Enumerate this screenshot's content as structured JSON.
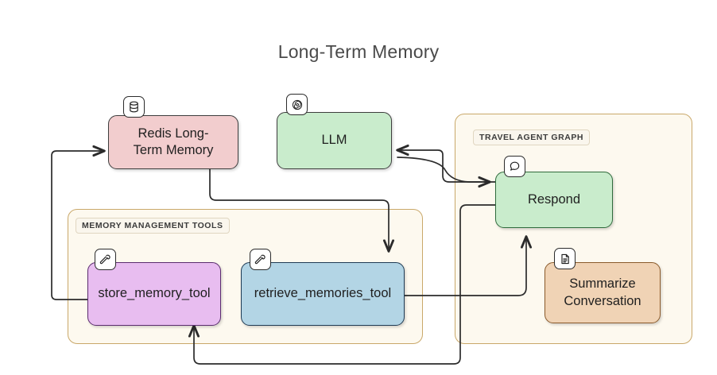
{
  "diagram": {
    "title": "Long-Term Memory",
    "groups": [
      {
        "id": "memory-management-tools",
        "label": "MEMORY MANAGEMENT TOOLS"
      },
      {
        "id": "travel-agent-graph",
        "label": "TRAVEL AGENT GRAPH"
      }
    ],
    "nodes": [
      {
        "id": "redis",
        "label": "Redis Long-\nTerm Memory",
        "icon": "database-icon",
        "fill": "#f2cdce",
        "stroke": "#3d3d3d"
      },
      {
        "id": "llm",
        "label": "LLM",
        "icon": "openai-icon",
        "fill": "#c9eccc",
        "stroke": "#3d3d3d"
      },
      {
        "id": "store",
        "label": "store_memory_tool",
        "icon": "tool-hammer-icon",
        "fill": "#e8bdf0",
        "stroke": "#5b2c6f"
      },
      {
        "id": "retrieve",
        "label": "retrieve_memories_tool",
        "icon": "tool-hammer-icon",
        "fill": "#b3d5e5",
        "stroke": "#1f3b54"
      },
      {
        "id": "respond",
        "label": "Respond",
        "icon": "speech-bubble-icon",
        "fill": "#c9eccc",
        "stroke": "#2f6b3c"
      },
      {
        "id": "summarize",
        "label": "Summarize\nConversation",
        "icon": "document-icon",
        "fill": "#f0d3b5",
        "stroke": "#8a5a2b"
      }
    ],
    "edges": [
      {
        "from": "store",
        "to": "redis",
        "arrow": "to"
      },
      {
        "from": "redis",
        "to": "retrieve",
        "arrow": "to"
      },
      {
        "from": "respond",
        "to": "llm",
        "arrow": "to"
      },
      {
        "from": "llm",
        "to": "respond",
        "arrow": "to"
      },
      {
        "from": "retrieve",
        "to": "respond",
        "arrow": "to"
      },
      {
        "from": "respond",
        "to": "store",
        "arrow": "to"
      }
    ],
    "colors": {
      "background": "#ffffff",
      "group_border": "#c9a86a",
      "group_fill": "#fdf9ef",
      "edge": "#2b2b2b",
      "title_text": "#4a4a4a"
    }
  }
}
